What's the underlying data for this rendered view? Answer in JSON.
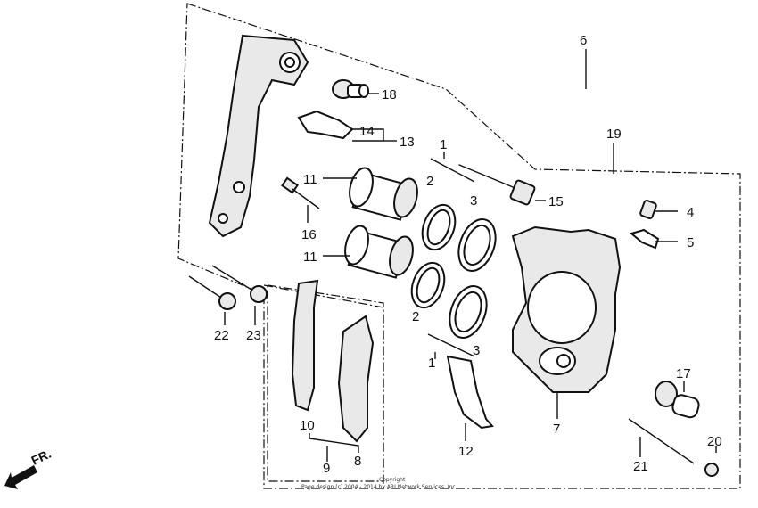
{
  "diagram": {
    "part_labels": {
      "p1a": "1",
      "p1b": "1",
      "p2a": "2",
      "p2b": "2",
      "p3a": "3",
      "p3b": "3",
      "p4": "4",
      "p5": "5",
      "p6": "6",
      "p7": "7",
      "p8": "8",
      "p9": "9",
      "p10": "10",
      "p11a": "11",
      "p11b": "11",
      "p12": "12",
      "p13": "13",
      "p14": "14",
      "p15": "15",
      "p16": "16",
      "p17": "17",
      "p18": "18",
      "p19": "19",
      "p20": "20",
      "p21": "21",
      "p22": "22",
      "p23": "23"
    },
    "direction_label": "FR.",
    "copyright_line1": "Copyright",
    "copyright_line2": "Page design (c) 2004 - 2014 by ARI Network Services, Inc."
  }
}
